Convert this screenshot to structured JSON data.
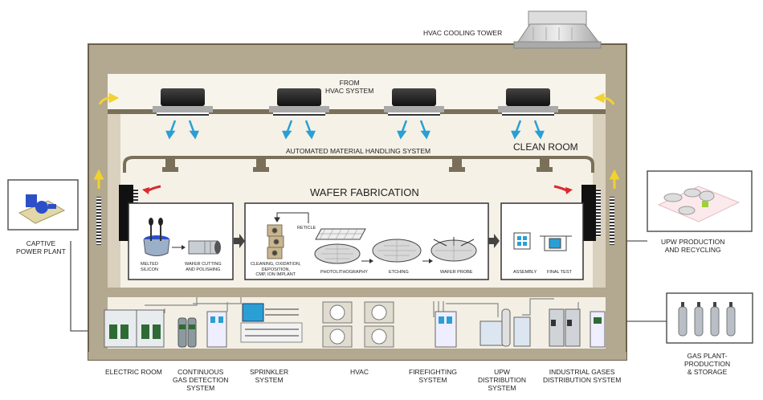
{
  "labels": {
    "cooling_tower": "HVAC COOLING TOWER",
    "from_hvac": "FROM\nHVAC SYSTEM",
    "amhs": "AUTOMATED MATERIAL HANDLING SYSTEM",
    "clean_room": "CLEAN ROOM",
    "wafer_fab": "WAFER FABRICATION",
    "captive_power": "CAPTIVE\nPOWER PLANT",
    "upw_production": "UPW PRODUCTION\nAND RECYCLING",
    "gas_plant": "GAS PLANT-\nPRODUCTION\n& STORAGE"
  },
  "steps": {
    "melted_silicon": "MELTED\nSILICON",
    "wafer_cutting": "WAFER CUTTING\nAND POLISHING",
    "reticle": "RETICLE",
    "cleaning": "CLEANING, OXIDATION,\nDEPOSITION,\nCMP, ION IMPLANT",
    "photolithography": "PHOTOLITHOGRAPHY",
    "etching": "ETCHING",
    "wafer_probe": "WAFER PROBE",
    "assembly": "ASSEMBLY",
    "final_test": "FINAL TEST"
  },
  "systems": [
    "ELECTRIC ROOM",
    "CONTINUOUS\nGAS DETECTION\nSYSTEM",
    "SPRINKLER\nSYSTEM",
    "HVAC",
    "FIREFIGHTING\nSYSTEM",
    "UPW\nDISTRIBUTION\nSYSTEM",
    "INDUSTRIAL GASES\nDISTRIBUTION SYSTEM"
  ],
  "colors": {
    "wall": "#b3a890",
    "wall_dark": "#6b604b",
    "interior": "#f5f1e6",
    "arrow_blue": "#2a9fd6",
    "arrow_red": "#d8292f",
    "arrow_yellow": "#f2d22e",
    "pump_blue": "#2c4fc8"
  }
}
